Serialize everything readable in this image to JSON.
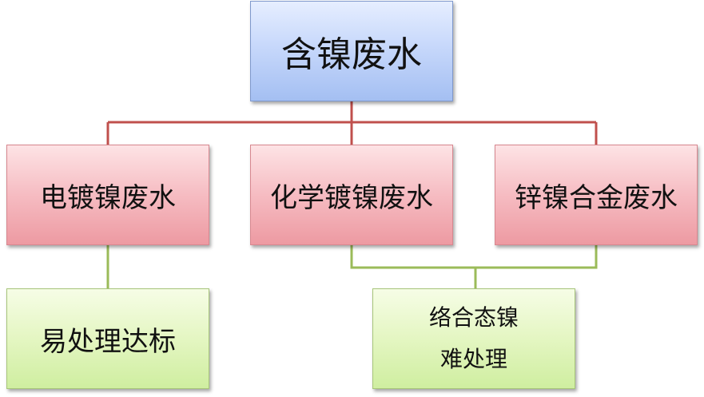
{
  "root": {
    "label": "含镍废水"
  },
  "categories": [
    {
      "label": "电镀镍废水"
    },
    {
      "label": "化学镀镍废水"
    },
    {
      "label": "锌镍合金废水"
    }
  ],
  "results": {
    "easy": {
      "label": "易处理达标"
    },
    "complex": {
      "line1": "络合态镍",
      "line2": "难处理"
    }
  },
  "colors": {
    "red_connector": "#c0504d",
    "green_connector": "#9bbb59"
  }
}
